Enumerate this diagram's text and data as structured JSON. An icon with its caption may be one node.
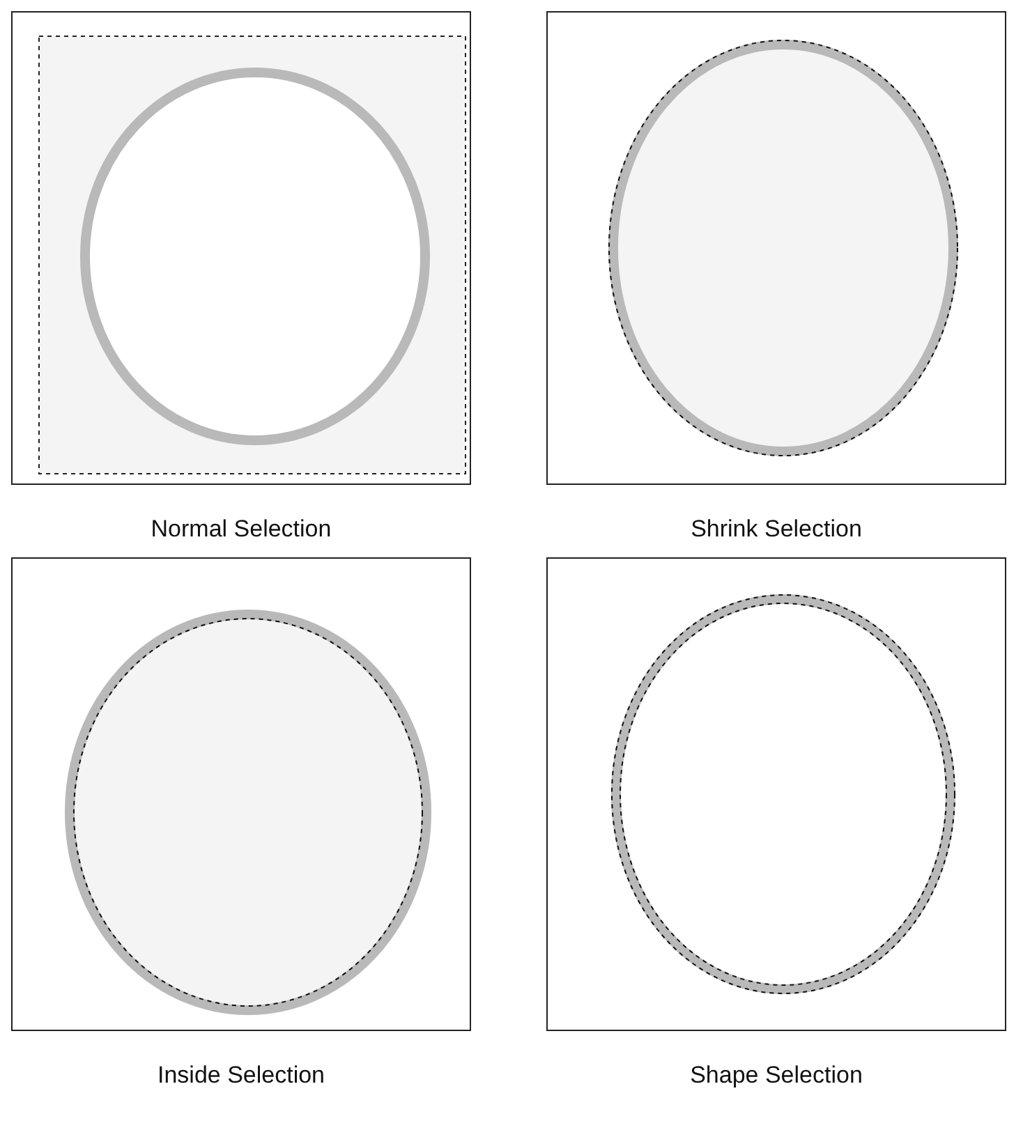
{
  "diagram": {
    "nodes": [
      {
        "text": [
          "Normal Selection"
        ]
      },
      {
        "text": [
          "Shrink Selection"
        ]
      },
      {
        "text": [
          "Inside Selection"
        ]
      },
      {
        "text": [
          "Shape Selection"
        ]
      }
    ]
  }
}
